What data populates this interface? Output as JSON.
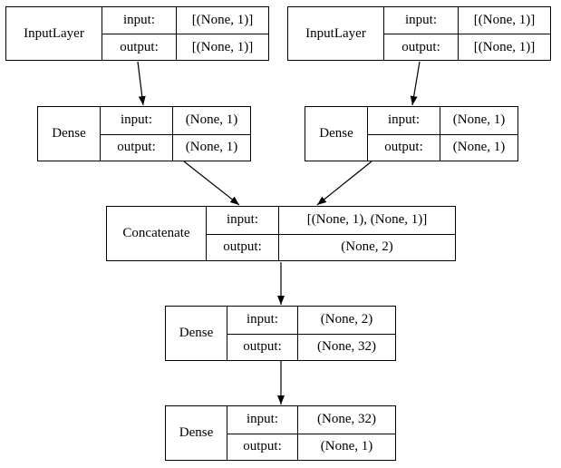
{
  "diagram": {
    "kind": "model-architecture-graph",
    "field_labels": {
      "input": "input:",
      "output": "output:"
    },
    "nodes": {
      "input_layer_1": {
        "name": "InputLayer",
        "input_shape": "[(None, 1)]",
        "output_shape": "[(None, 1)]"
      },
      "input_layer_2": {
        "name": "InputLayer",
        "input_shape": "[(None, 1)]",
        "output_shape": "[(None, 1)]"
      },
      "dense_1": {
        "name": "Dense",
        "input_shape": "(None, 1)",
        "output_shape": "(None, 1)"
      },
      "dense_2": {
        "name": "Dense",
        "input_shape": "(None, 1)",
        "output_shape": "(None, 1)"
      },
      "concatenate": {
        "name": "Concatenate",
        "input_shape": "[(None, 1), (None, 1)]",
        "output_shape": "(None, 2)"
      },
      "dense_3": {
        "name": "Dense",
        "input_shape": "(None, 2)",
        "output_shape": "(None, 32)"
      },
      "dense_4": {
        "name": "Dense",
        "input_shape": "(None, 32)",
        "output_shape": "(None, 1)"
      }
    },
    "edges": [
      {
        "from": "input_layer_1",
        "to": "dense_1"
      },
      {
        "from": "input_layer_2",
        "to": "dense_2"
      },
      {
        "from": "dense_1",
        "to": "concatenate"
      },
      {
        "from": "dense_2",
        "to": "concatenate"
      },
      {
        "from": "concatenate",
        "to": "dense_3"
      },
      {
        "from": "dense_3",
        "to": "dense_4"
      }
    ],
    "colors": {
      "background": "#ffffff",
      "node_border": "#000000",
      "edge": "#000000",
      "text": "#000000"
    }
  }
}
